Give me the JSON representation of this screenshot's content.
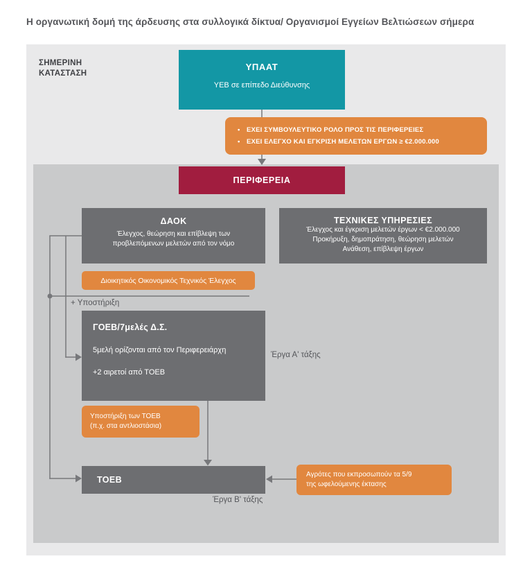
{
  "page": {
    "title": "Η οργανωτική δομή της άρδευσης στα συλλογικά δίκτυα/ Οργανισμοί Εγγείων Βελτιώσεων σήμερα"
  },
  "colors": {
    "teal": "#1397A5",
    "orange": "#E1873F",
    "crimson": "#A11D3F",
    "box_gray": "#6D6E71",
    "outer_panel_gray": "#E9E9EA",
    "inner_panel_gray": "#C9CACB",
    "connector_gray": "#77787B",
    "text_gray": "#55565A"
  },
  "diagram": {
    "state_label": {
      "line1": "ΣΗΜΕΡΙΝΗ",
      "line2": "ΚΑΤΑΣΤΑΣΗ"
    },
    "ypaat": {
      "title": "ΥΠΑΑΤ",
      "subtitle": "ΥΕΒ σε επίπεδο Διεύθυνσης"
    },
    "ministry_notes": {
      "items": [
        "ΕΧΕΙ ΣΥΜΒΟΥΛΕΥΤΙΚΟ ΡΟΛΟ ΠΡΟΣ ΤΙΣ ΠΕΡΙΦΕΡΕΙΕΣ",
        "ΕΧΕΙ ΕΛΕΓΧΟ ΚΑΙ ΕΓΚΡΙΣΗ ΜΕΛΕΤΩΝ ΕΡΓΩΝ ≥ €2.000.000"
      ]
    },
    "perifereia": {
      "title": "ΠΕΡΙΦΕΡΕΙΑ"
    },
    "daok": {
      "title": "ΔΑΟΚ",
      "body": "Έλεγχος, θεώρηση και επίβλεψη των προβλεπόμενων μελετών από τον νόμο"
    },
    "technical_services": {
      "title": "ΤΕΧΝΙΚΕΣ ΥΠΗΡΕΣΙΕΣ",
      "lines": [
        "Έλεγχος και έγκριση μελετών έργων < €2.000.000",
        "Προκήρυξη, δημοπράτηση, θεώρηση μελετών",
        "Ανάθεση, επίβλεψη έργων"
      ]
    },
    "audit_tag": {
      "label": "Διοικητικός Οικονομικός Τεχνικός Έλεγχος"
    },
    "support_label": "+ Υποστήριξη",
    "goev": {
      "title": "ΓΟΕΒ/7μελές Δ.Σ.",
      "lines": [
        "5μελή ορίζονται από τον Περιφερειάρχη",
        "+2 αιρετοί από ΤΟΕΒ"
      ]
    },
    "erga_a_label": "Έργα Α' τάξης",
    "toev_support_tag": {
      "lines": [
        "Υποστήριξη των ΤΟΕΒ",
        "(π.χ. στα αντλιοστάσια)"
      ]
    },
    "toev": {
      "title": "ΤΟΕΒ"
    },
    "erga_b_label": "Έργα Β' τάξης",
    "farmers_tag": {
      "lines": [
        "Αγρότες που εκπροσωπούν τα 5/9",
        "της ωφελούμενης έκτασης"
      ]
    }
  }
}
